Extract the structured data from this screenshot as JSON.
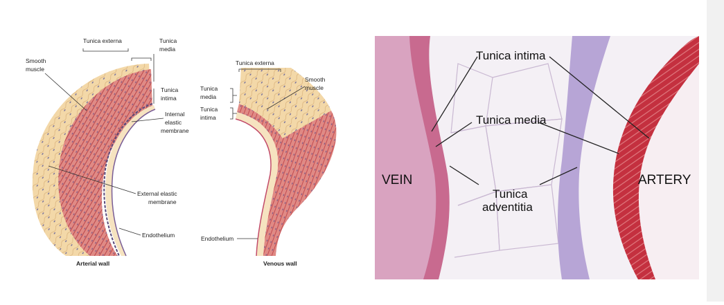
{
  "left_diagram": {
    "arterial": {
      "caption": "Arterial wall",
      "labels": {
        "tunica_externa": "Tunica externa",
        "tunica_media_1": "Tunica",
        "tunica_media_2": "media",
        "smooth_muscle_1": "Smooth",
        "smooth_muscle_2": "muscle",
        "tunica_intima_1": "Tunica",
        "tunica_intima_2": "intima",
        "internal_elastic_1": "Internal",
        "internal_elastic_2": "elastic",
        "internal_elastic_3": "membrane",
        "external_elastic_1": "External elastic",
        "external_elastic_2": "membrane",
        "endothelium": "Endothelium"
      }
    },
    "venous": {
      "caption": "Venous wall",
      "labels": {
        "tunica_externa": "Tunica externa",
        "tunica_media_1": "Tunica",
        "tunica_media_2": "media",
        "tunica_intima_1": "Tunica",
        "tunica_intima_2": "intima",
        "smooth_muscle_1": "Smooth",
        "smooth_muscle_2": "muscle",
        "endothelium": "Endothelium"
      }
    }
  },
  "micrograph": {
    "labels": {
      "vein": "VEIN",
      "artery": "ARTERY",
      "tunica_intima": "Tunica intima",
      "tunica_media": "Tunica media",
      "tunica_adventitia_1": "Tunica",
      "tunica_adventitia_2": "adventitia"
    }
  },
  "colors": {
    "externa": "#f3d8a8",
    "media": "#e08a85",
    "intima": "#f6e3c0",
    "tissue_pink": "#c86a8f",
    "artery_red": "#c4303f"
  }
}
